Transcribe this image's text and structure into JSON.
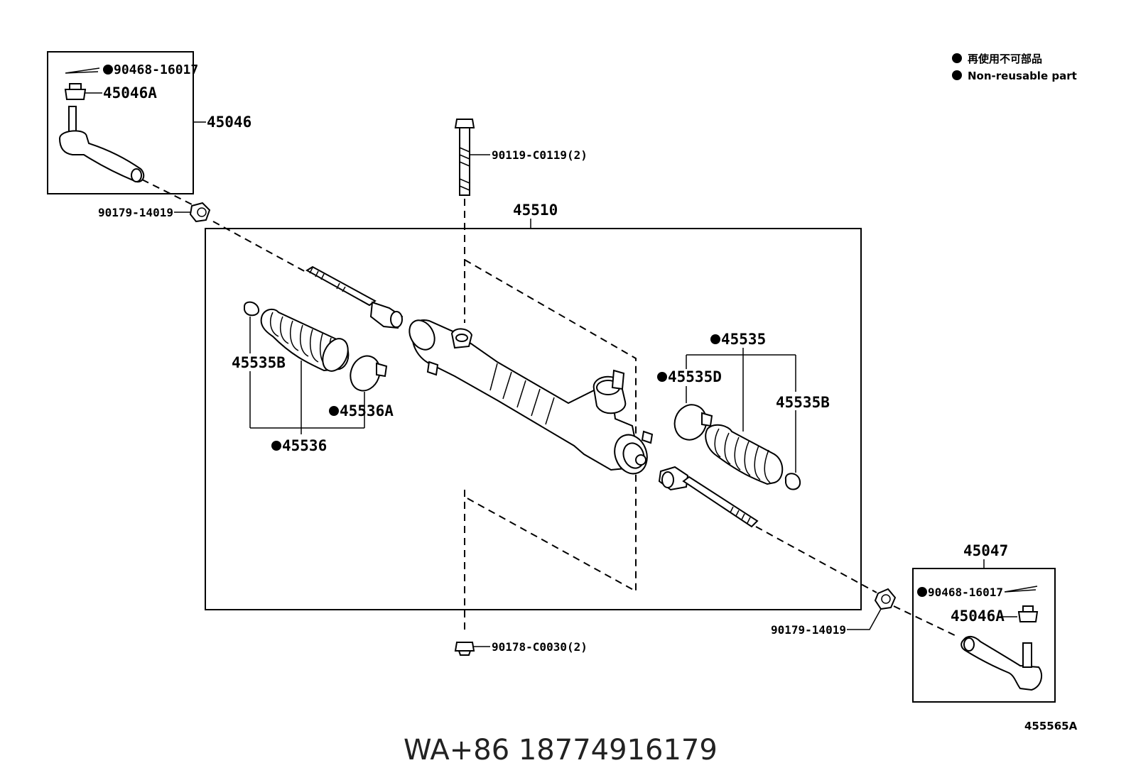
{
  "legend": {
    "line_cn": "再使用不可部品",
    "line_en": "Non-reusable part"
  },
  "labels": {
    "p_90468_left": "90468-16017",
    "p_45046A_left": "45046A",
    "p_45046": "45046",
    "p_90179_left": "90179-14019",
    "p_90119": "90119-C0119(2)",
    "p_45510": "45510",
    "p_45535B_left": "45535B",
    "p_45536A": "45536A",
    "p_45536": "45536",
    "p_45535": "45535",
    "p_45535D": "45535D",
    "p_45535B_right": "45535B",
    "p_45047": "45047",
    "p_90468_right": "90468-16017",
    "p_45046A_right": "45046A",
    "p_90179_right": "90179-14019",
    "p_90178": "90178-C0030(2)"
  },
  "figure_code": "455565A",
  "watermark": "WA+86 18774916179",
  "colors": {
    "ink": "#000000",
    "paper": "#ffffff"
  }
}
